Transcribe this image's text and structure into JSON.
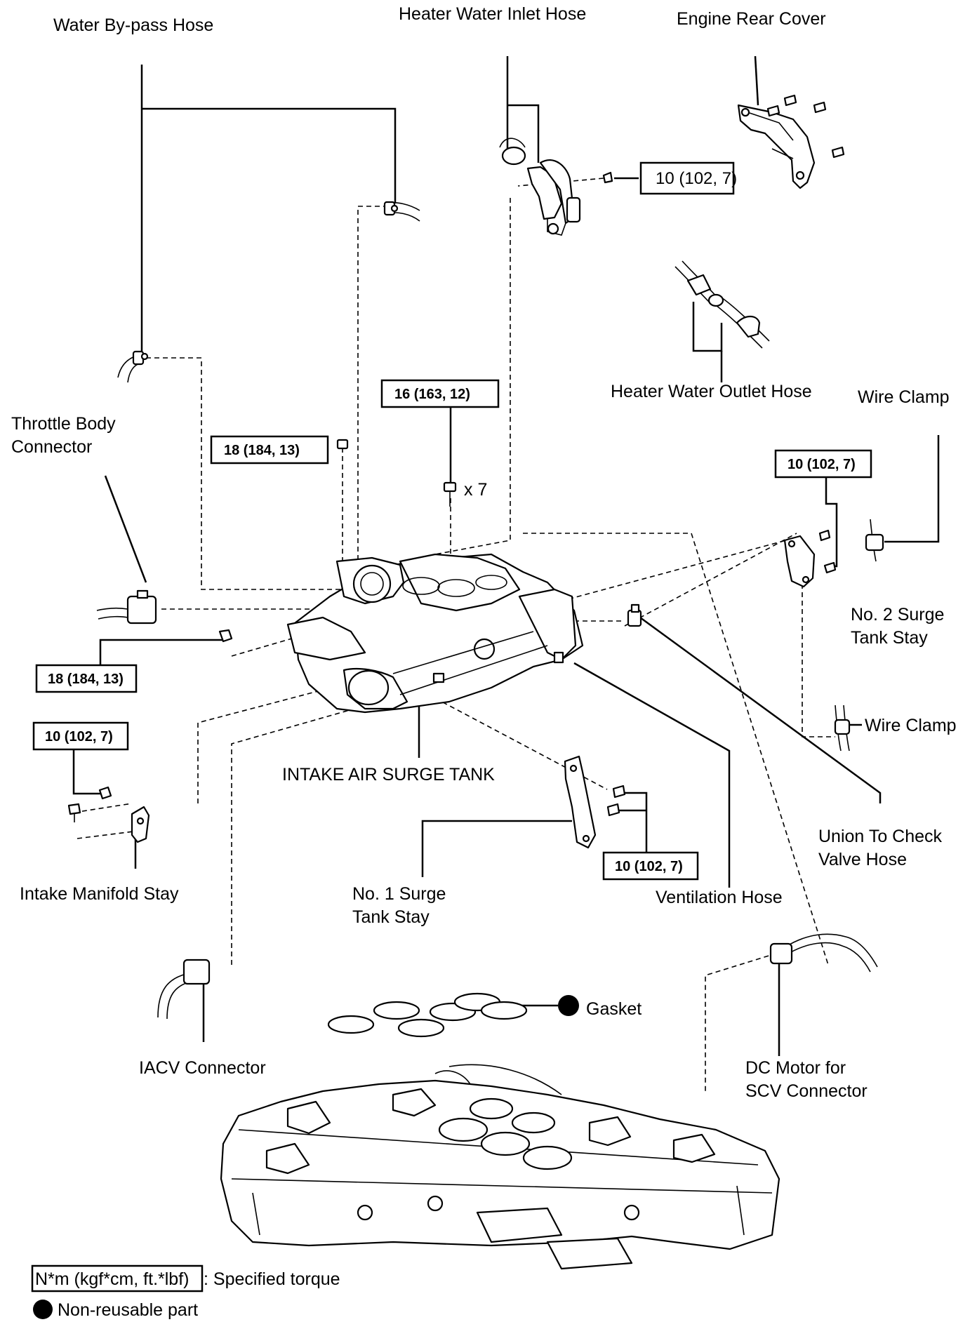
{
  "labels": {
    "water_bypass_hose": "Water By-pass Hose",
    "heater_water_inlet_hose": "Heater Water Inlet Hose",
    "engine_rear_cover": "Engine Rear Cover",
    "heater_water_outlet_hose": "Heater Water Outlet Hose",
    "wire_clamp_top": "Wire Clamp",
    "throttle_body_connector_1": "Throttle Body",
    "throttle_body_connector_2": "Connector",
    "no2_surge_tank_stay_1": "No. 2 Surge",
    "no2_surge_tank_stay_2": "Tank Stay",
    "wire_clamp_mid": "Wire Clamp",
    "intake_air_surge_tank": "INTAKE AIR SURGE TANK",
    "union_check_valve_1": "Union To Check",
    "union_check_valve_2": "Valve Hose",
    "intake_manifold_stay": "Intake Manifold Stay",
    "no1_surge_tank_stay_1": "No. 1 Surge",
    "no1_surge_tank_stay_2": "Tank Stay",
    "ventilation_hose": "Ventilation Hose",
    "gasket": "Gasket",
    "iacv_connector": "IACV Connector",
    "dc_motor_1": "DC Motor for",
    "dc_motor_2": "SCV Connector",
    "bolt_qty": "x 7"
  },
  "torques": {
    "rear_cover": "10 (102, 7)",
    "surge_tank_bolts": "16 (163, 12)",
    "upper_left_nut": "18 (184, 13)",
    "no2_stay": "10 (102, 7)",
    "lower_left_nut": "18 (184, 13)",
    "manifold_stay": "10 (102, 7)",
    "no1_stay": "10 (102, 7)"
  },
  "legend": {
    "torque_unit": "N*m (kgf*cm, ft.*lbf)",
    "torque_desc": ": Specified torque",
    "nonreusable_desc": "Non-reusable part"
  }
}
